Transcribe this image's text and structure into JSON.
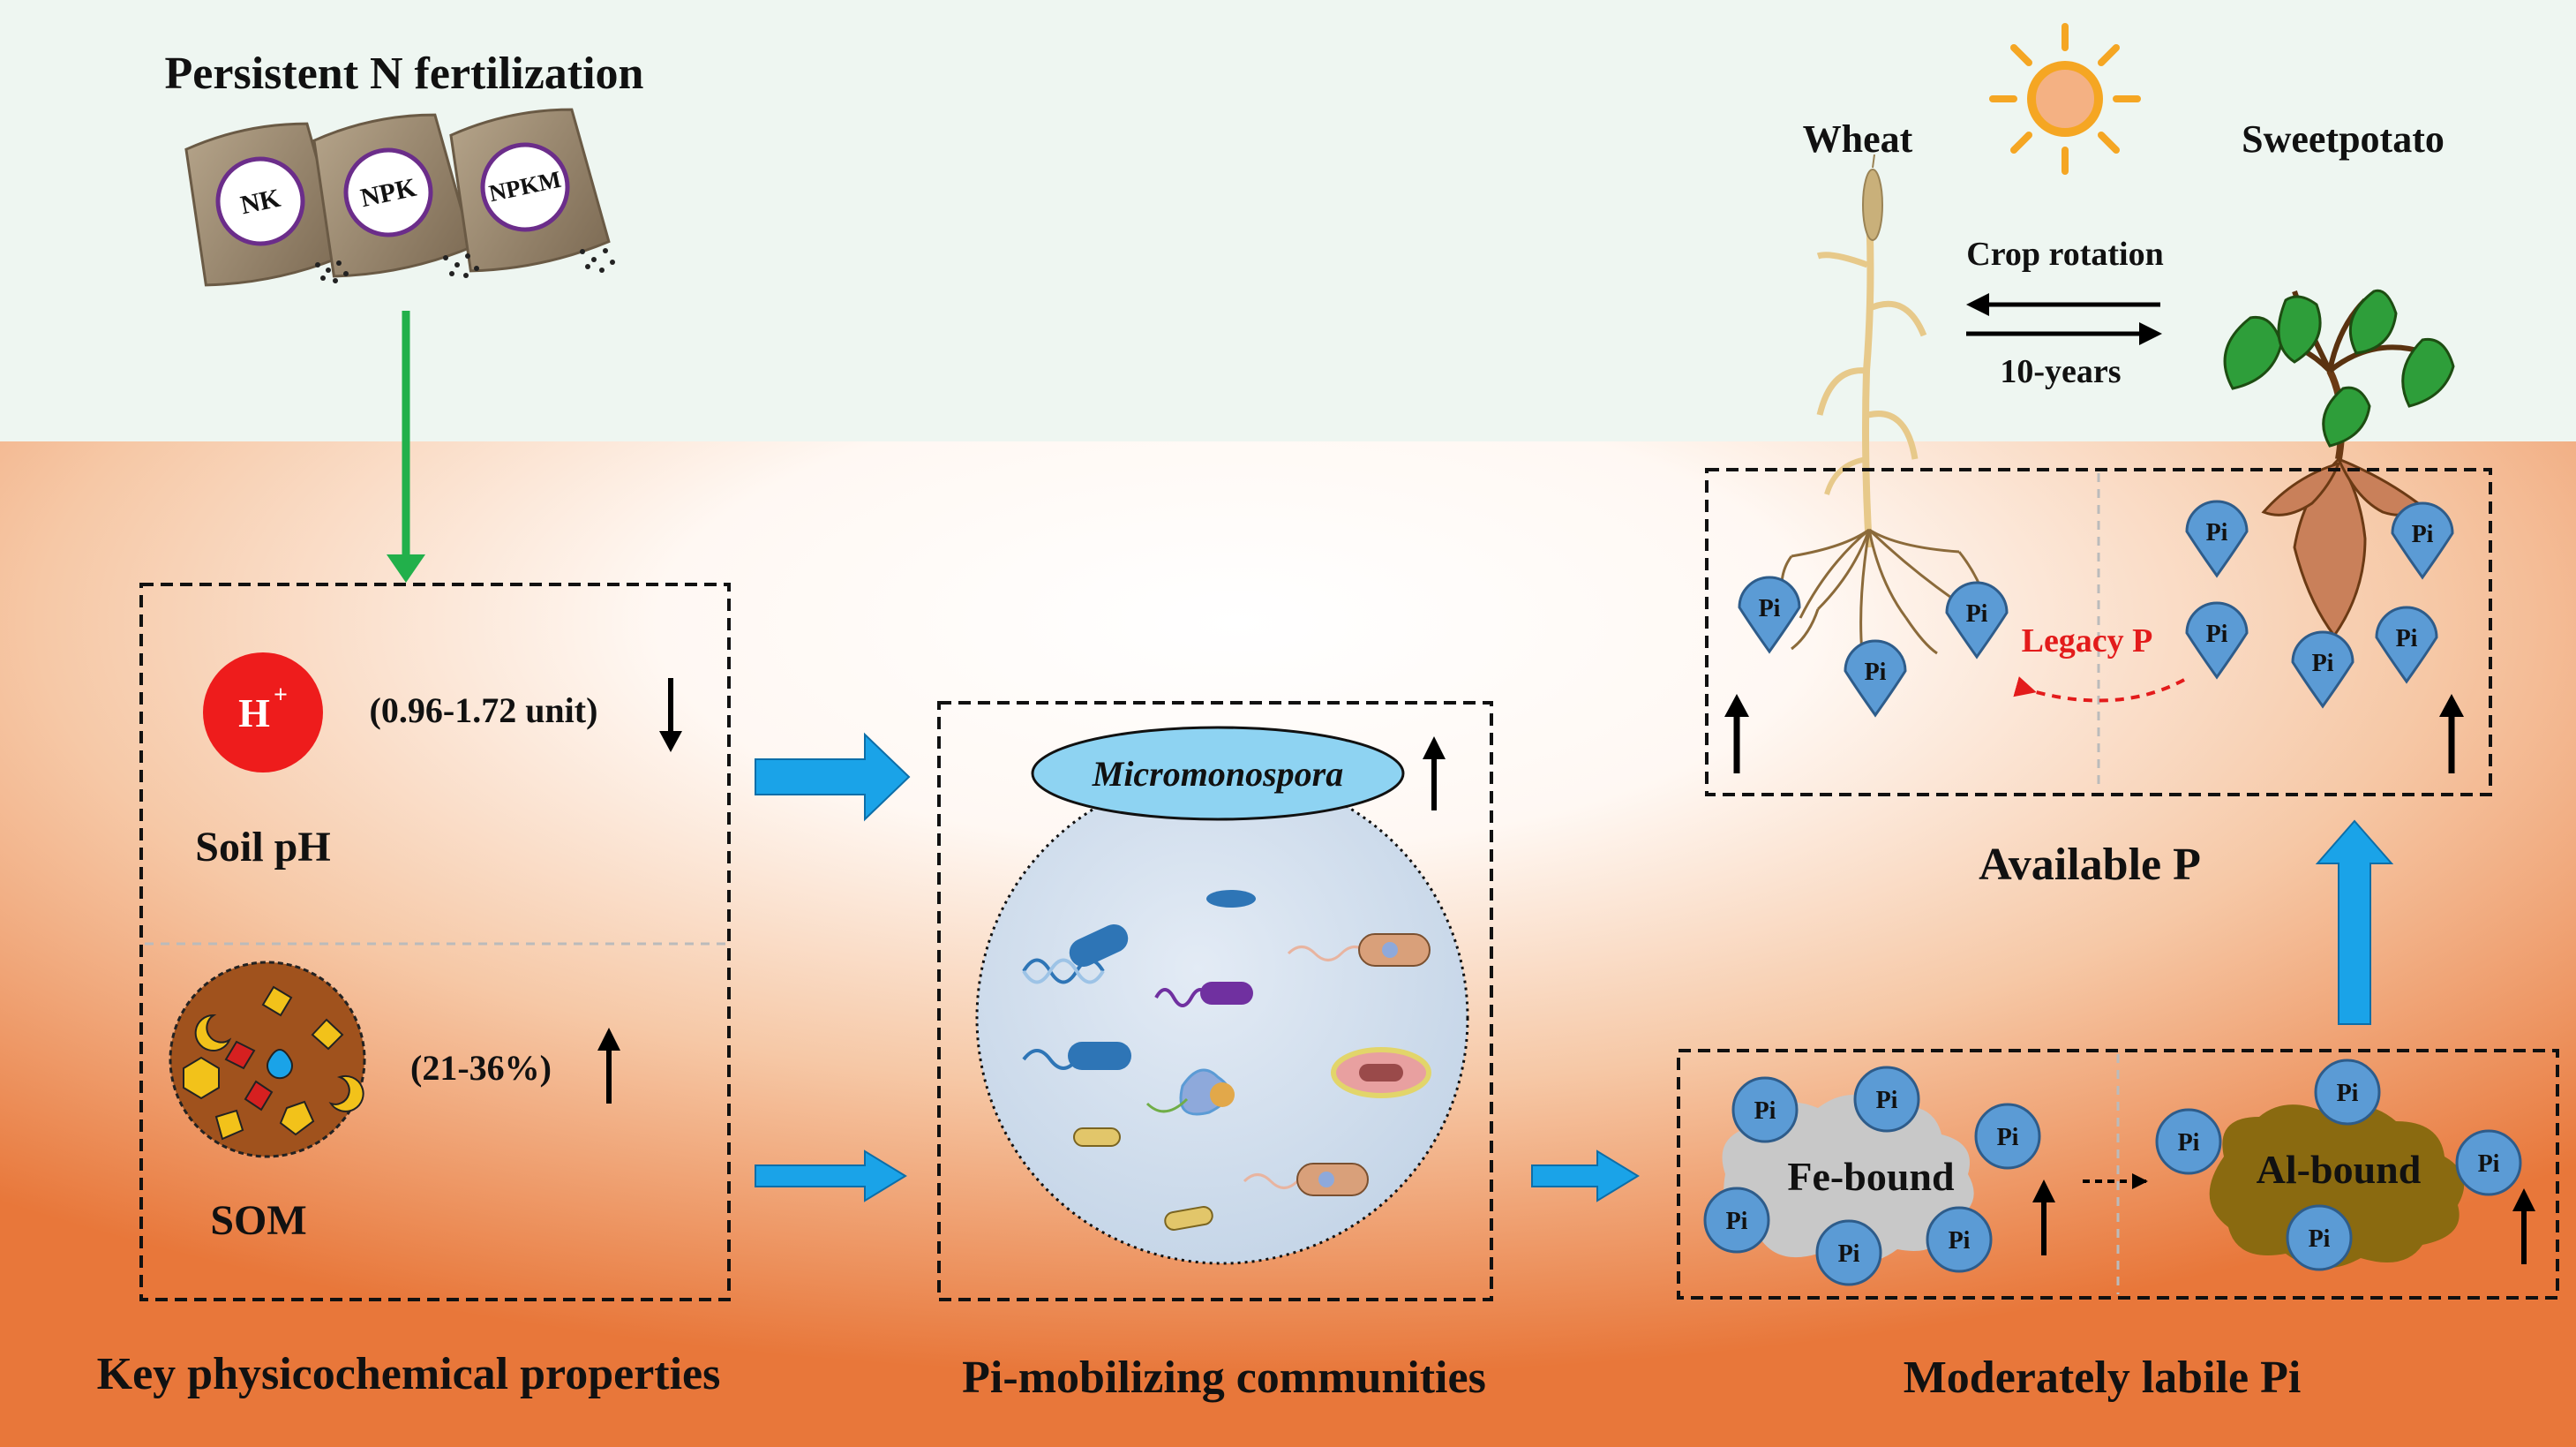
{
  "texts": {
    "title": "Persistent N fertilization",
    "bag_nk": "NK",
    "bag_npk": "NPK",
    "bag_npkm": "NPKM",
    "wheat": "Wheat",
    "sweetpotato": "Sweetpotato",
    "crop_rotation": "Crop rotation",
    "years": "10-years",
    "h_plus": "H",
    "h_plus_sup": "+",
    "ph_change": "(0.96-1.72 unit)",
    "soil_ph": "Soil pH",
    "som_change": "(21-36%)",
    "som": "SOM",
    "micromonospora": "Micromonospora",
    "legacy_p": "Legacy P",
    "available_p": "Available P",
    "fe_bound": "Fe-bound",
    "al_bound": "Al-bound",
    "pi": "Pi",
    "key_props": "Key physicochemical properties",
    "pi_communities": "Pi-mobilizing communities",
    "moderately_labile": "Moderately labile Pi"
  },
  "colors": {
    "sky": "#eef6f1",
    "soil_edge": "#e8773a",
    "flow_arrow": "#1aa3e8",
    "n_arrow": "#22b04b",
    "h_circle": "#ee1c1c",
    "legacy": "#e31b1b",
    "pi_marker": "#5b9bd5",
    "micromonospora_fill": "#8ed3f2",
    "community_fill": "#d7e3f0",
    "fe_cloud": "#c8c8c8",
    "al_cloud": "#8a6a10",
    "som_fill": "#a0521d"
  },
  "icons": [
    "sun-icon",
    "fertilizer-bag-icon",
    "wheat-plant-icon",
    "sweetpotato-plant-icon",
    "hydrogen-ion-icon",
    "organic-matter-icon",
    "bacteria-icon",
    "dna-icon",
    "pi-marker-icon"
  ],
  "trends": {
    "soil_ph": "down",
    "som": "up",
    "micromonospora": "up",
    "available_p_wheat": "up",
    "available_p_sweetpotato": "up",
    "fe_bound": "up",
    "al_bound": "up"
  }
}
